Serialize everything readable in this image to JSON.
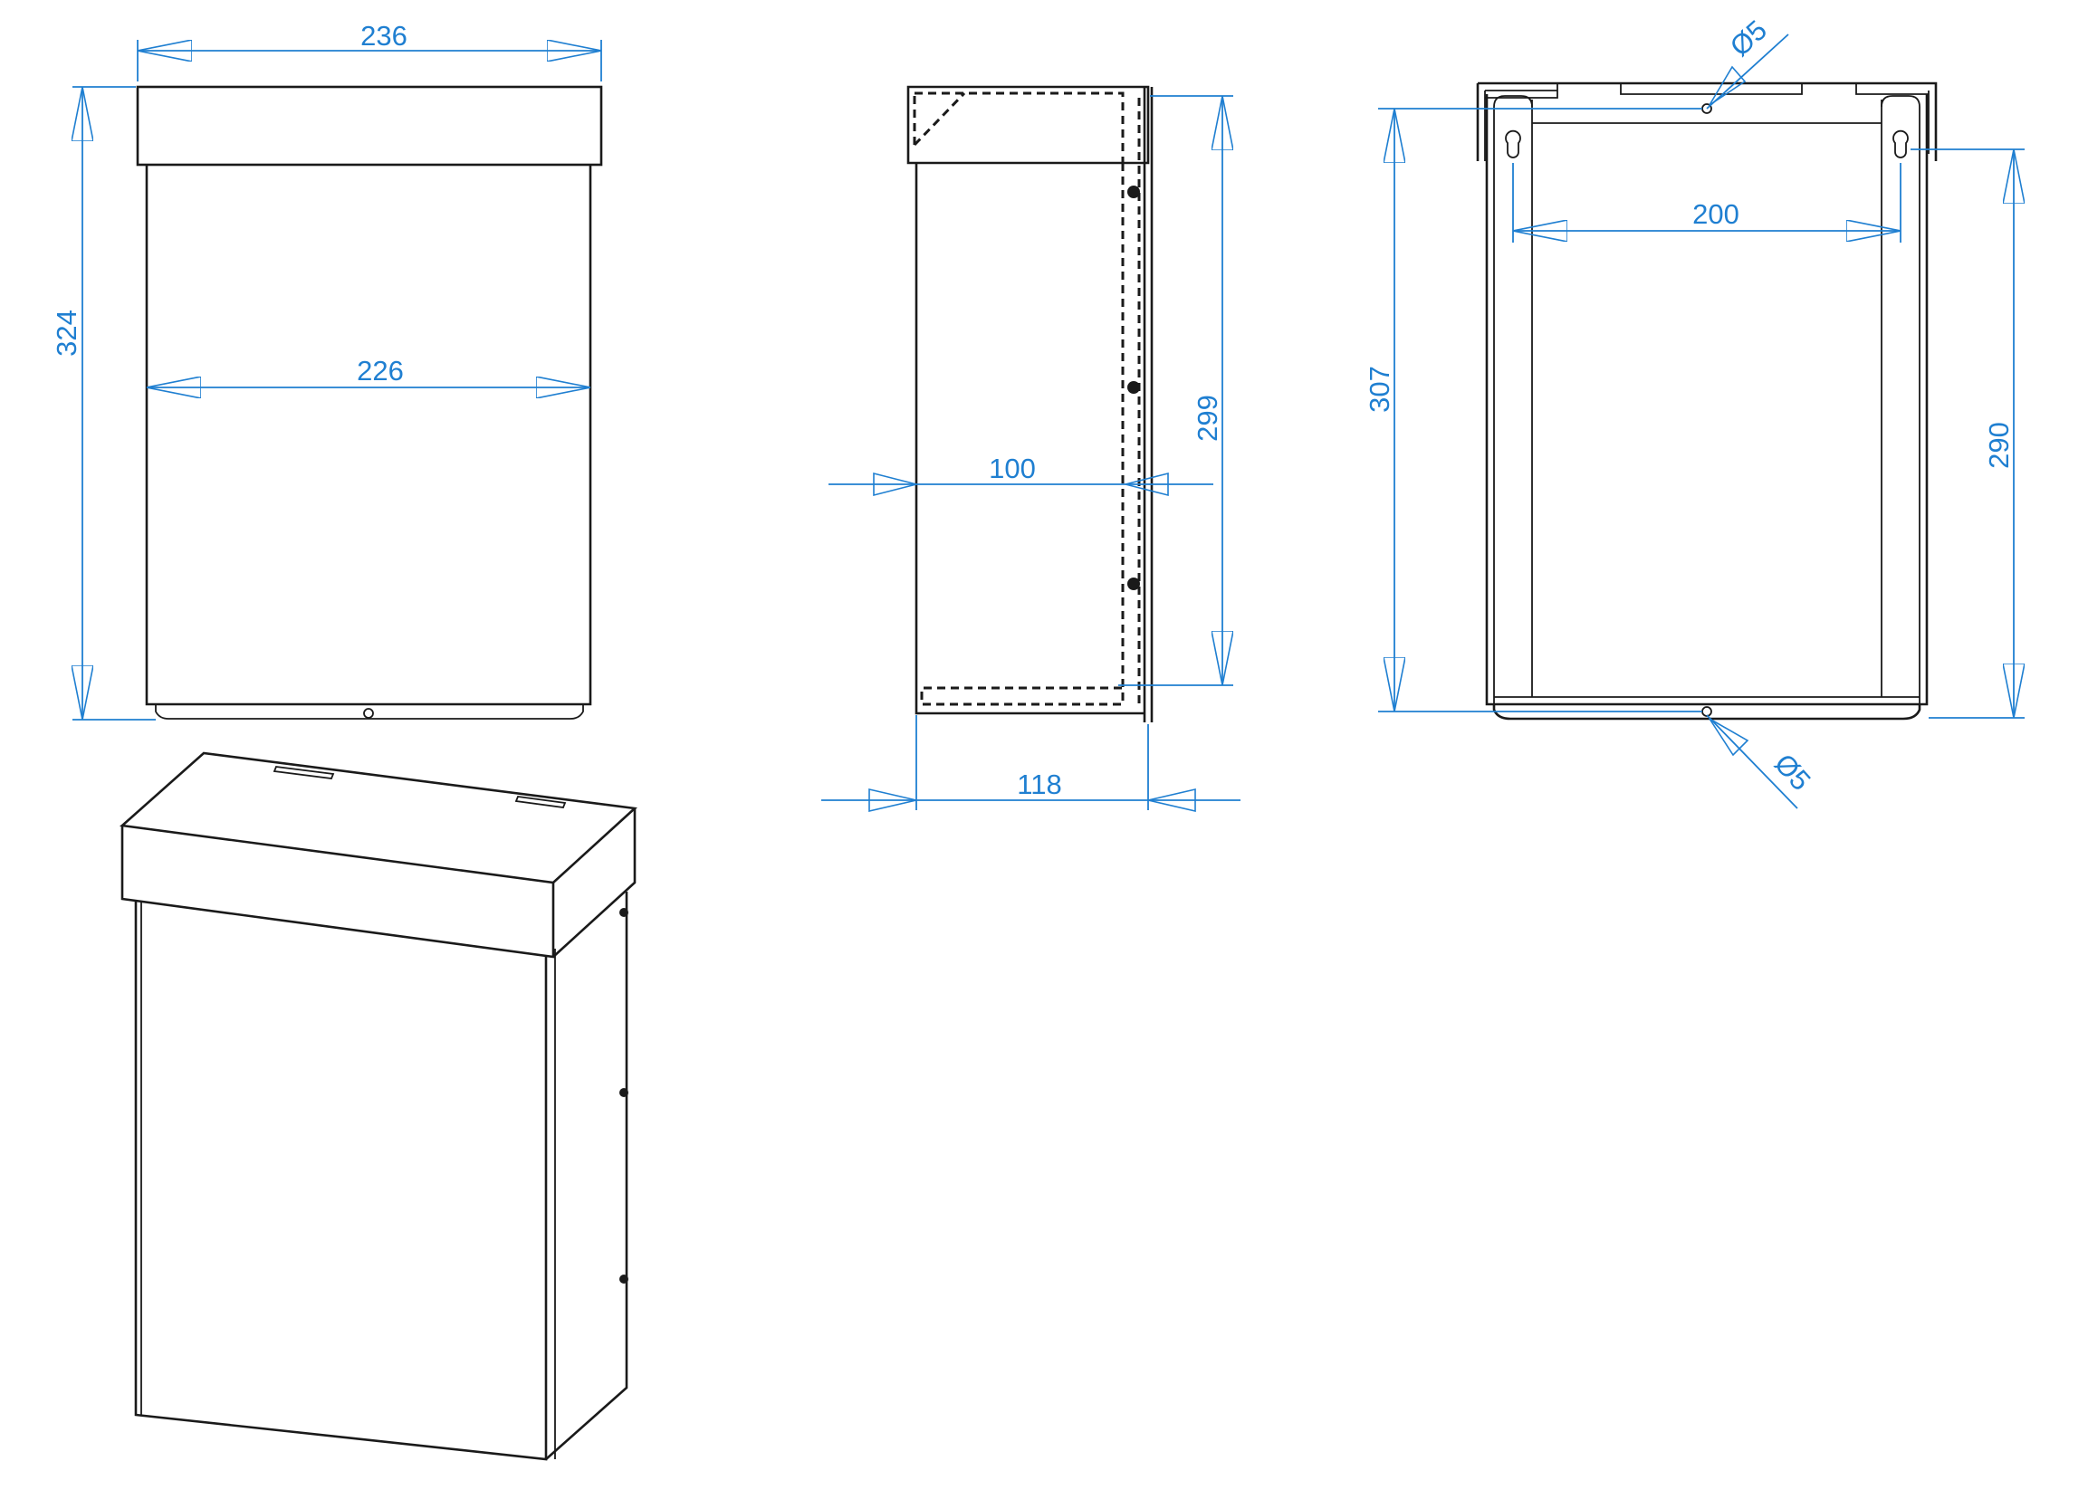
{
  "colors": {
    "dimension": "#1f7fd1",
    "outline": "#1a1a1a",
    "background": "#ffffff"
  },
  "views": {
    "front": {
      "width_top": "236",
      "width_body": "226",
      "height": "324"
    },
    "side": {
      "depth_inner": "100",
      "depth_total": "118",
      "height": "299"
    },
    "back": {
      "hole_spacing": "200",
      "height_holes": "307",
      "height_right": "290",
      "hole_diameter_top": "Ø5",
      "hole_diameter_bottom": "Ø5"
    }
  }
}
